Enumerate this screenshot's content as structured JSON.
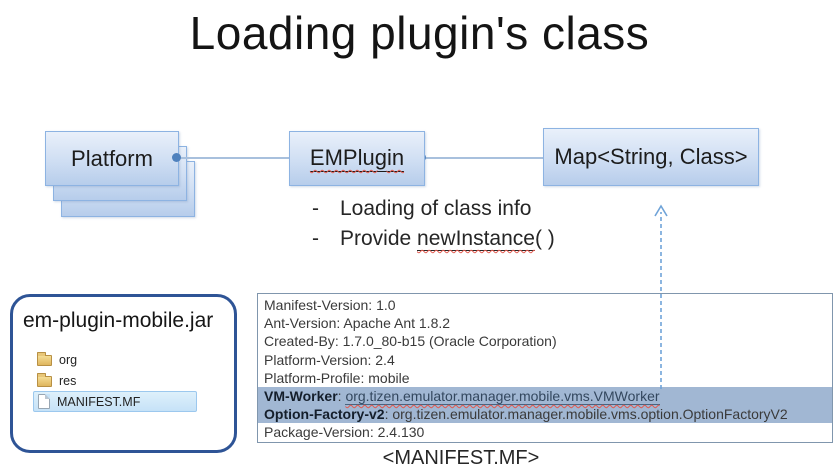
{
  "slide": {
    "title": "Loading plugin's class"
  },
  "diagram": {
    "platform_label": "Platform",
    "emplugin_label": "EMPlugin",
    "map_label": "Map<String, Class>"
  },
  "bullets": {
    "dash": "-",
    "items": [
      {
        "pre": "Loading of class info",
        "u": "",
        "post": ""
      },
      {
        "pre": "Provide ",
        "u": "newInstance",
        "post": "( )"
      }
    ]
  },
  "jar_panel": {
    "title": "em-plugin-mobile.jar",
    "files": [
      {
        "name": "org",
        "type": "folder"
      },
      {
        "name": "res",
        "type": "folder"
      },
      {
        "name": "MANIFEST.MF",
        "type": "file",
        "selected": true
      }
    ]
  },
  "manifest": {
    "rows": [
      {
        "key": "Manifest-Version",
        "sep": ": ",
        "value": "1.0"
      },
      {
        "key": "Ant-Version",
        "sep": ": ",
        "value": "Apache Ant 1.8.2"
      },
      {
        "key": "Created-By",
        "sep": ": ",
        "value": "1.7.0_80-b15 (Oracle Corporation)"
      },
      {
        "key": "Platform-Version",
        "sep": ": ",
        "value": "2.4"
      },
      {
        "key": "Platform-Profile",
        "sep": ": ",
        "value": "mobile"
      },
      {
        "key": "VM-Worker",
        "sep": ": ",
        "value": "org.tizen.emulator.manager.mobile.vms.VMWorker"
      },
      {
        "key": "Option-Factory-v2",
        "sep": ": ",
        "value": "org.tizen.emulator.manager.mobile.vms.option.OptionFactoryV2"
      },
      {
        "key": "Package-Version",
        "sep": ": ",
        "value": "2.4.130"
      }
    ],
    "caption": "<MANIFEST.MF>"
  },
  "colors": {
    "box_border": "#8db3e2",
    "box_fill_top": "#e9f0fa",
    "box_fill_bottom": "#b7cdeb",
    "connector_dot": "#4f81bd",
    "connector_line": "#a8c0dd",
    "dashed_arrow": "#6fa3d8",
    "highlight_row": "#a1b7d3",
    "jar_border": "#2e5496",
    "selection_fill": "#c6e2f7",
    "folder_yellow": "#e8c779",
    "squiggle_red": "#e2574c"
  }
}
